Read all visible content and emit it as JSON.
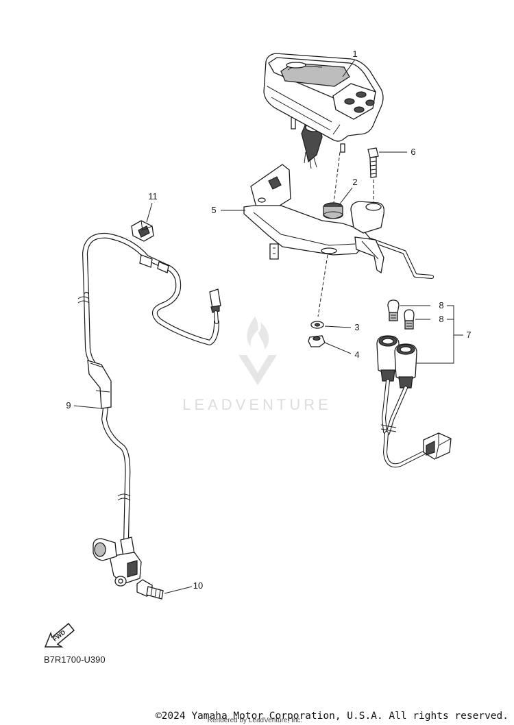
{
  "diagram": {
    "code": "B7R1700-U390",
    "fwd_label": "FWD",
    "watermark": "LEADVENTURE",
    "copyright": "©2024 Yamaha Motor Corporation, U.S.A. All rights reserved.",
    "rendered_by": "Rendered by LeadVenture, Inc."
  },
  "callouts": [
    {
      "number": "1",
      "part": "meter-assembly"
    },
    {
      "number": "2",
      "part": "damper"
    },
    {
      "number": "3",
      "part": "washer"
    },
    {
      "number": "4",
      "part": "nut"
    },
    {
      "number": "5",
      "part": "bracket"
    },
    {
      "number": "6",
      "part": "bolt"
    },
    {
      "number": "7",
      "part": "lead-wire-group"
    },
    {
      "number": "8",
      "part": "bulb"
    },
    {
      "number": "8",
      "part": "bulb"
    },
    {
      "number": "9",
      "part": "speed-sensor-cable"
    },
    {
      "number": "10",
      "part": "bolt"
    },
    {
      "number": "11",
      "part": "clamp"
    }
  ]
}
